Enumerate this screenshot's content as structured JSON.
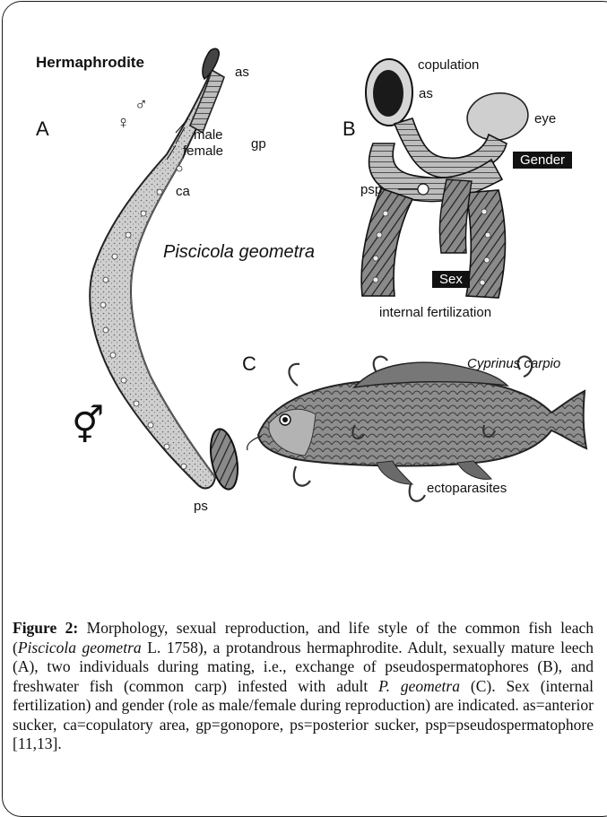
{
  "figure": {
    "panel_a": {
      "panel_letter": "A",
      "title": "Hermaphrodite",
      "label_as": "as",
      "label_male_symbol": "♂",
      "label_female_symbol": "♀",
      "label_male": "male",
      "label_female": "female",
      "label_gp": "gp",
      "label_ca": "ca",
      "label_herm_symbol": "⚥",
      "label_ps": "ps"
    },
    "species_name": "Piscicola geometra",
    "panel_b": {
      "panel_letter": "B",
      "label_copulation": "copulation",
      "label_as": "as",
      "label_eye": "eye",
      "label_gender": "Gender",
      "label_psp": "psp",
      "label_sex": "Sex",
      "label_internal_fertilization": "internal fertilization"
    },
    "panel_c": {
      "panel_letter": "C",
      "label_species": "Cyprinus carpio",
      "label_ectoparasites": "ectoparasites"
    }
  },
  "caption": {
    "label": "Figure 2:",
    "text_1": " Morphology, sexual reproduction, and life style of the common fish leach (",
    "italic_1": "Piscicola geometra",
    "text_2": " L. 1758), a protandrous hermaphrodite. Adult, sexually mature leech (A), two individuals during mating, i.e., exchange of pseudospermatophores (B), and freshwater fish (common carp) infested with adult ",
    "italic_2": "P. geometra",
    "text_3": " (C). Sex (internal fertilization) and gender (role as male/female during reproduction) are indicated. as=anterior sucker, ca=copulatory area, gp=gonopore, ps=posterior sucker, psp=pseudospermatophore [11,13]."
  },
  "colors": {
    "ink": "#111111",
    "body_shade": "#9a9a9a",
    "body_light": "#d8d8d8",
    "frame": "#1a1a1a"
  }
}
